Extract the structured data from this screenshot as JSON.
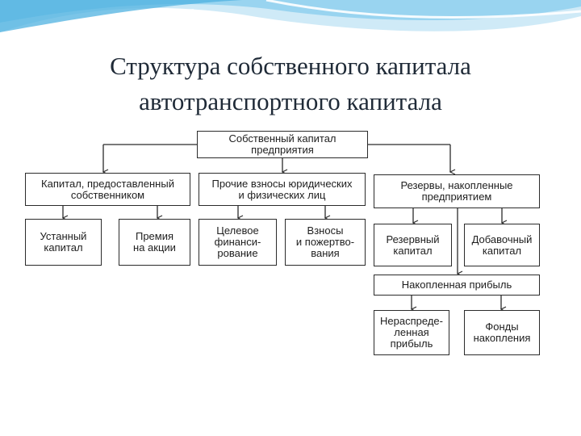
{
  "slide": {
    "title_line1": "Структура собственного капитала",
    "title_line2": "автотранспортного капитала"
  },
  "diagram": {
    "root": "Собственный капитал\nпредприятия",
    "branches": [
      {
        "label": "Капитал, предоставленный\nсобственником",
        "children": [
          "Устанный\nкапитал",
          "Премия\nна акции"
        ]
      },
      {
        "label": "Прочие взносы юридических\nи физических лиц",
        "children": [
          "Целевое\nфинанси-\nрование",
          "Взносы\nи пожертво-\nвания"
        ]
      },
      {
        "label": "Резервы, накопленные\nпредприятием",
        "children": [
          "Резервный\nкапитал",
          "Добавочный\nкапитал"
        ],
        "accumulated": {
          "label": "Накопленная прибыль",
          "children": [
            "Нераспреде-\nленная\nприбыль",
            "Фонды\nнакопления"
          ]
        }
      }
    ]
  },
  "colors": {
    "wave_light": "#cfeaf7",
    "wave_mid": "#8fd0ee",
    "wave_dark": "#4fb2e0",
    "line": "#2b2b2b",
    "title": "#1f2a37"
  }
}
